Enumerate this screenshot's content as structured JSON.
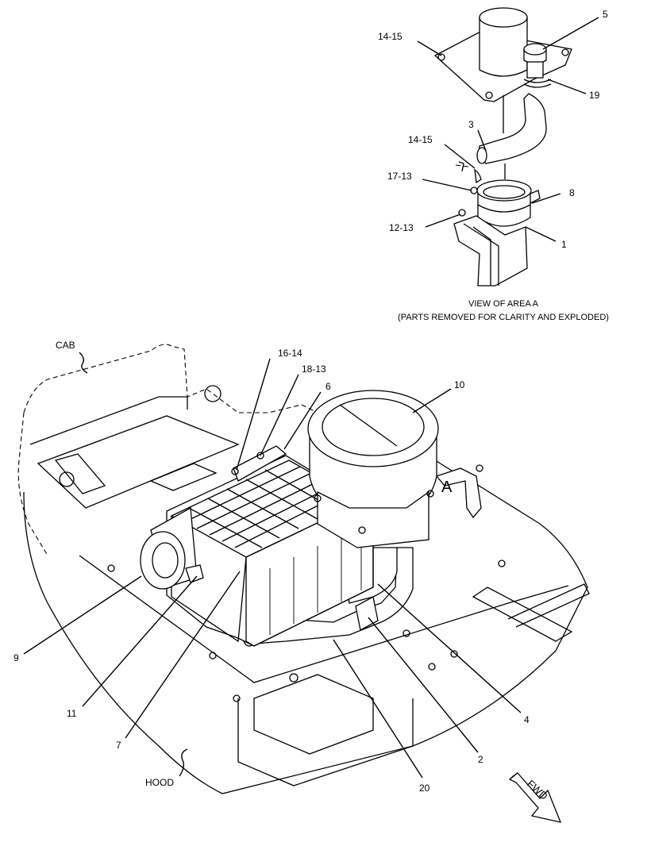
{
  "view_caption": {
    "line1": "VIEW OF AREA A",
    "line2": "(PARTS REMOVED FOR CLARITY AND EXPLODED)"
  },
  "area_marker": "A",
  "location_labels": {
    "cab": "CAB",
    "hood": "HOOD"
  },
  "direction_arrow": "FWD",
  "callouts_detail": {
    "c14_15_top": "14-15",
    "c5": "5",
    "c19": "19",
    "c3": "3",
    "c14_15_mid": "14-15",
    "c17_13": "17-13",
    "c8": "8",
    "c12_13": "12-13",
    "c1": "1"
  },
  "callouts_main": {
    "c16_14": "16-14",
    "c18_13": "18-13",
    "c6": "6",
    "c10": "10",
    "c9": "9",
    "c11": "11",
    "c7": "7",
    "c4": "4",
    "c2": "2",
    "c20": "20"
  }
}
